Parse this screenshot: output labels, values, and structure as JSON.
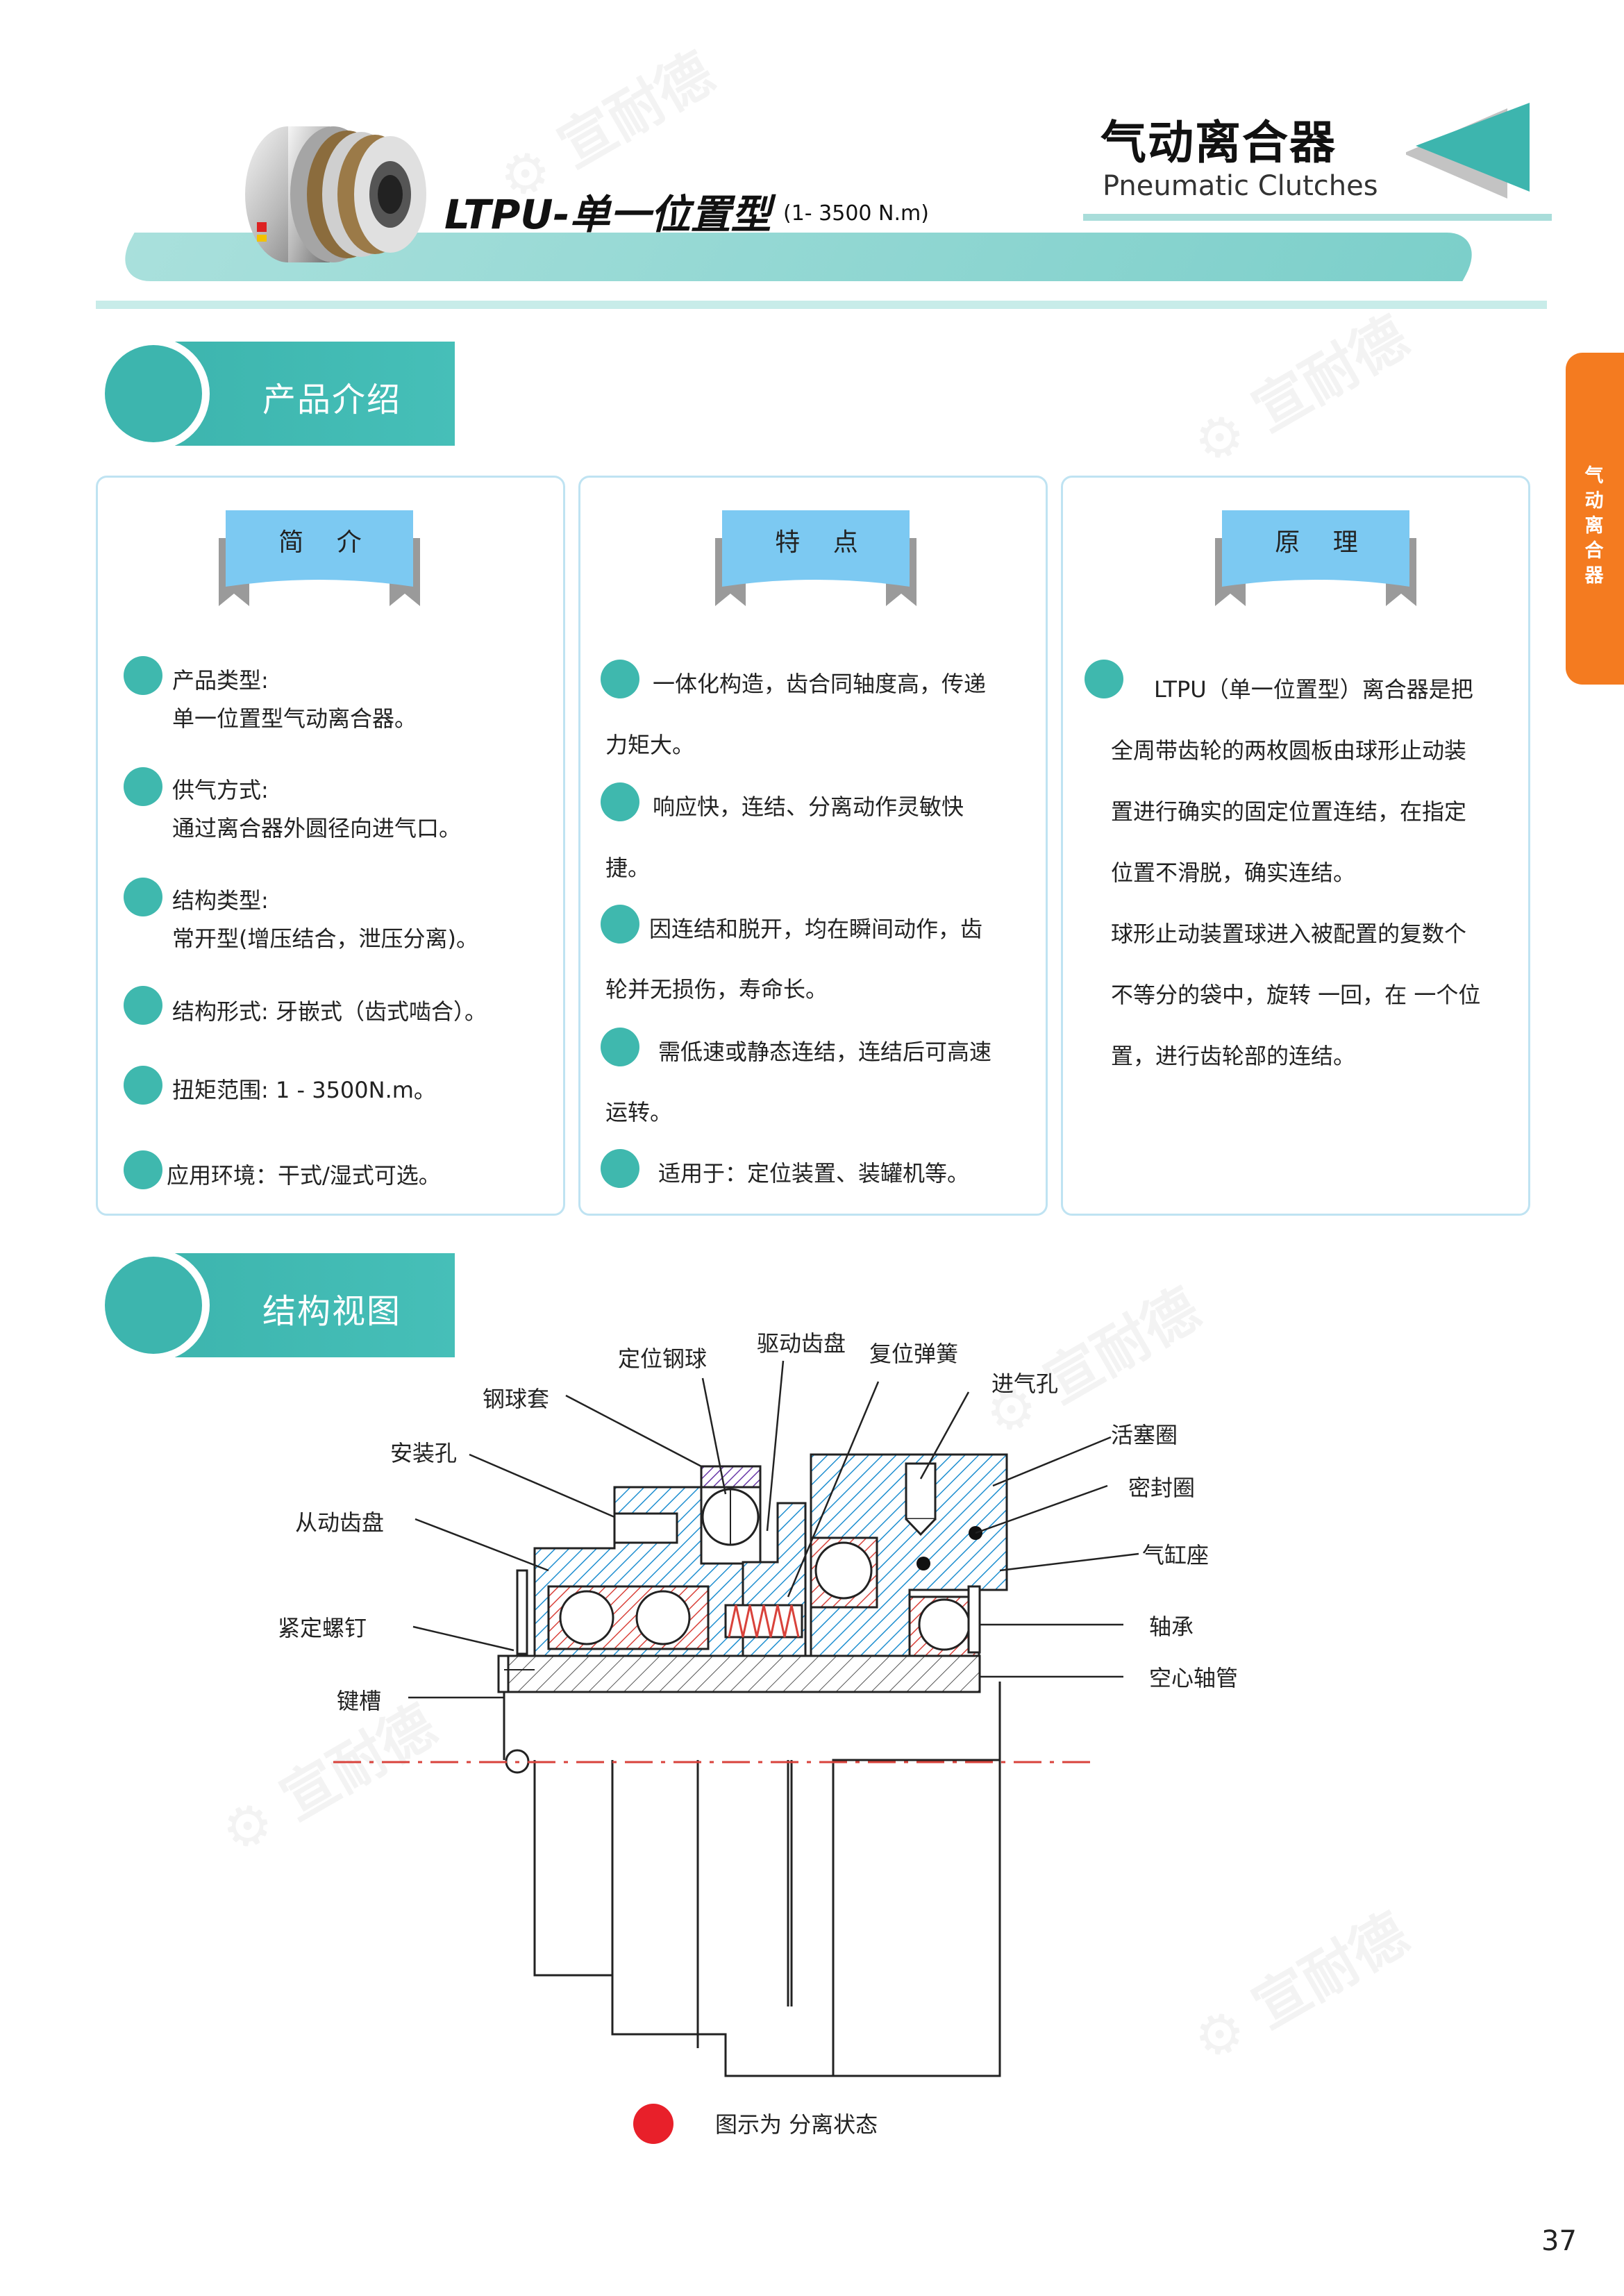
{
  "header": {
    "product_title": "LTPU-单一位置型",
    "product_range": "(1- 3500 N.m)",
    "category_cn": "气动离合器",
    "category_en": "Pneumatic Clutches"
  },
  "side_tab": {
    "text": "气动离合器"
  },
  "colors": {
    "teal": "#3db5ae",
    "light_blue": "#7cc9f2",
    "orange": "#f47b20",
    "red_dot": "#e8202a"
  },
  "section1": {
    "title": "产品介绍"
  },
  "cards": {
    "intro": {
      "label": "简 介",
      "items": [
        {
          "line1": "产品类型:",
          "line2": "单一位置型气动离合器。"
        },
        {
          "line1": "供气方式:",
          "line2": "通过离合器外圆径向进气口。"
        },
        {
          "line1": "结构类型:",
          "line2": "常开型(增压结合，泄压分离)。"
        },
        {
          "line1": "结构形式: 牙嵌式（齿式啮合）。"
        },
        {
          "line1": "扭矩范围: 1 - 3500N.m。"
        },
        {
          "line1": "应用环境：干式/湿式可选。"
        }
      ]
    },
    "features": {
      "label": "特 点",
      "items": [
        {
          "line1": "一体化构造，齿合同轴度高，传递",
          "line2": "力矩大。"
        },
        {
          "line1": "响应快，连结、分离动作灵敏快",
          "line2": "捷。"
        },
        {
          "line1": "因连结和脱开，均在瞬间动作，齿",
          "line2": "轮并无损伤，寿命长。"
        },
        {
          "line1": "需低速或静态连结，连结后可高速",
          "line2": "运转。"
        },
        {
          "line1": "适用于：定位装置、装罐机等。"
        }
      ]
    },
    "principle": {
      "label": "原 理",
      "lines": [
        "LTPU（单一位置型）离合器是把",
        "全周带齿轮的两枚圆板由球形止动装",
        "置进行确实的固定位置连结，在指定",
        "位置不滑脱，确实连结。",
        "球形止动装置球进入被配置的复数个",
        "不等分的袋中，旋转 一回，在 一个位",
        "置，进行齿轮部的连结。"
      ]
    }
  },
  "section2": {
    "title": "结构视图"
  },
  "diagram": {
    "labels": {
      "dingwei_gangqiu": "定位钢球",
      "qudong_chipan": "驱动齿盘",
      "fuwei_tanhuang": "复位弹簧",
      "jinqikong": "进气孔",
      "gangqiutao": "钢球套",
      "huosaiquan": "活塞圈",
      "anzhuangkong": "安装孔",
      "mifengquan": "密封圈",
      "congdong_chipan": "从动齿盘",
      "qigangzuo": "气缸座",
      "jinding_luoding": "紧定螺钉",
      "zhoucheng": "轴承",
      "jiancao": "键槽",
      "kongxin_zhouguan": "空心轴管"
    },
    "legend": "图示为 分离状态"
  },
  "page_number": "37"
}
